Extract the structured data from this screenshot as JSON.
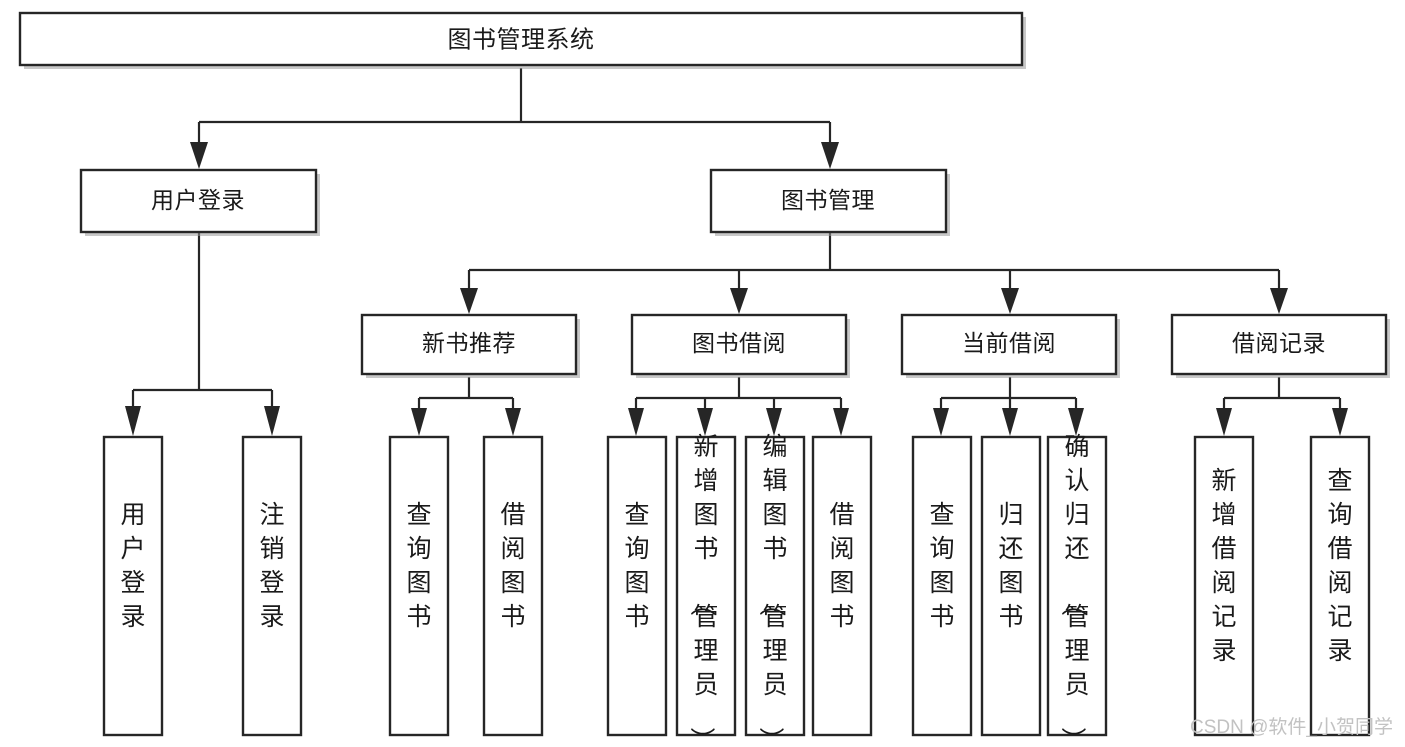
{
  "diagram": {
    "title": "图书管理系统",
    "type": "function-structure-tree",
    "orientation": "top-down",
    "colors": {
      "box_stroke": "#262626",
      "box_fill": "#ffffff",
      "text": "#1a1a1a",
      "shadow": "#9a9a9a",
      "watermark": "#c2c2c2",
      "background": "#ffffff"
    },
    "root": {
      "label": "图书管理系统"
    },
    "level2": [
      {
        "label": "用户登录"
      },
      {
        "label": "图书管理"
      }
    ],
    "level3": [
      {
        "label": "新书推荐"
      },
      {
        "label": "图书借阅"
      },
      {
        "label": "当前借阅"
      },
      {
        "label": "借阅记录"
      }
    ],
    "leaves": {
      "user_login": [
        {
          "label": "用户登录"
        },
        {
          "label": "注销登录"
        }
      ],
      "new_book_recommend": [
        {
          "label": "查询图书"
        },
        {
          "label": "借阅图书"
        }
      ],
      "book_borrow": [
        {
          "label": "查询图书"
        },
        {
          "label": "新增图书（管理员）"
        },
        {
          "label": "编辑图书（管理员）"
        },
        {
          "label": "借阅图书"
        }
      ],
      "current_borrow": [
        {
          "label": "查询图书"
        },
        {
          "label": "归还图书"
        },
        {
          "label": "确认归还（管理员）"
        }
      ],
      "borrow_record": [
        {
          "label": "新增借阅记录"
        },
        {
          "label": "查询借阅记录"
        }
      ]
    },
    "watermark": "CSDN @软件_小贺同学"
  }
}
